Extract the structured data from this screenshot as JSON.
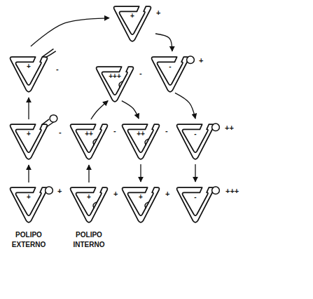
{
  "diagram": {
    "nodes": [
      {
        "text": [
          "+",
          "+"
        ]
      },
      {
        "text": [
          "+",
          "-"
        ]
      },
      {
        "text": [
          "+++",
          "-"
        ]
      },
      {
        "text": [
          "-",
          "+"
        ]
      },
      {
        "text": [
          "+",
          "-"
        ]
      },
      {
        "text": [
          "++",
          "-"
        ]
      },
      {
        "text": [
          "++",
          "-"
        ]
      },
      {
        "text": [
          "-",
          "++"
        ]
      },
      {
        "text": [
          "+",
          "+"
        ]
      },
      {
        "text": [
          "+",
          "+"
        ]
      },
      {
        "text": [
          "+",
          "+"
        ]
      },
      {
        "text": [
          "-",
          "+++"
        ]
      }
    ],
    "edges": [
      {
        "from": 8,
        "to": 4,
        "arrow": "to"
      },
      {
        "from": 4,
        "to": 1,
        "arrow": "to"
      },
      {
        "from": 1,
        "to": 0,
        "arrow": "to"
      },
      {
        "from": 0,
        "to": 3,
        "arrow": "to"
      },
      {
        "from": 3,
        "to": 7,
        "arrow": "to"
      },
      {
        "from": 7,
        "to": 11,
        "arrow": "to"
      },
      {
        "from": 9,
        "to": 5,
        "arrow": "to"
      },
      {
        "from": 5,
        "to": 2,
        "arrow": "to"
      },
      {
        "from": 2,
        "to": 6,
        "arrow": "to"
      },
      {
        "from": 6,
        "to": 10,
        "arrow": "to"
      }
    ],
    "labels": [
      "POLIPO EXTERNO",
      "POLIPO INTERNO"
    ]
  }
}
